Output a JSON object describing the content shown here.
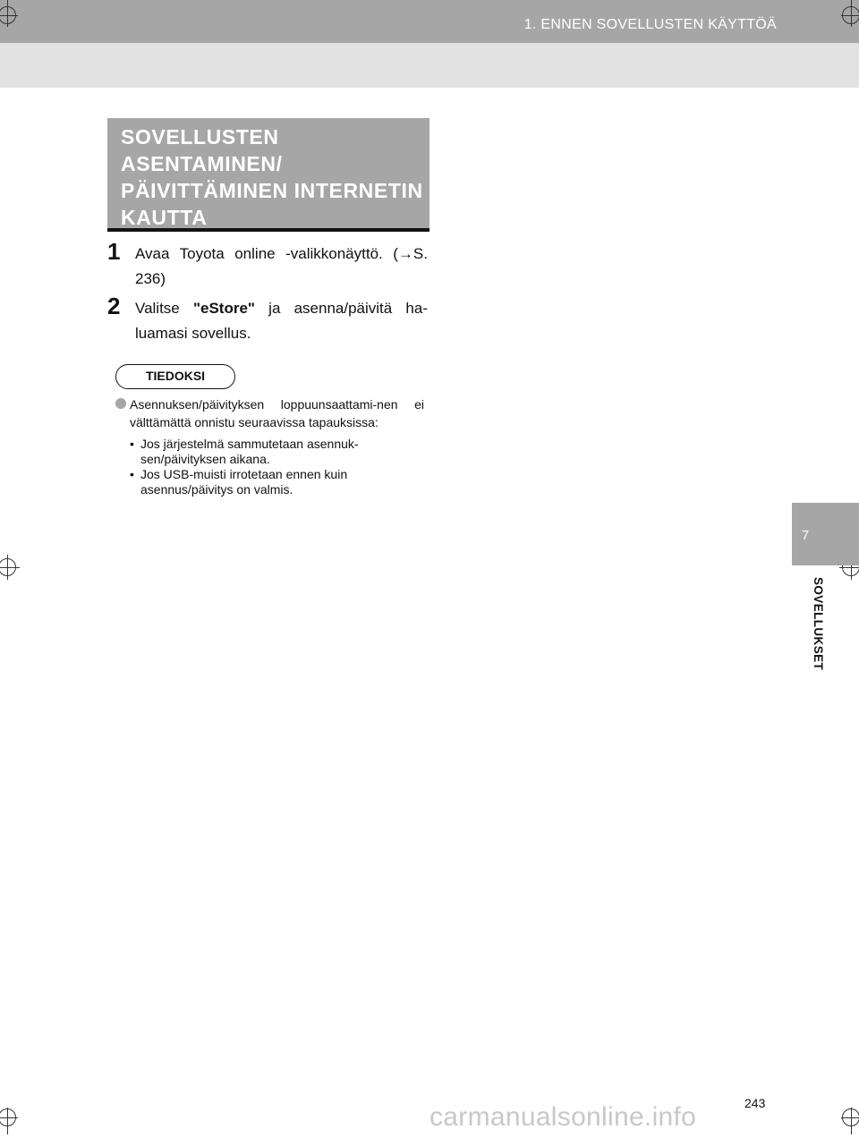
{
  "header": {
    "title": "1. ENNEN SOVELLUSTEN KÄYTTÖÄ"
  },
  "side_tab": {
    "number": "7",
    "label": "SOVELLUKSET"
  },
  "section": {
    "heading": "SOVELLUSTEN ASENTAMINEN/ PÄIVITTÄMINEN INTERNETIN KAUTTA"
  },
  "steps": [
    {
      "number": "1",
      "text": "Avaa Toyota online -valikkonäyttö. (→S. 236)"
    },
    {
      "number": "2",
      "text_before": "Valitse ",
      "emphasis": "\"eStore\"",
      "text_after": " ja asenna/päivitä ha-luamasi sovellus."
    }
  ],
  "info": {
    "label": "TIEDOKSI",
    "bullet": "Asennuksen/päivityksen loppuunsaattami-nen ei välttämättä onnistu seuraavissa tapauksissa:",
    "sub_items": [
      "Jos järjestelmä sammutetaan asennuk-sen/päivityksen aikana.",
      "Jos USB-muisti irrotetaan ennen kuin asennus/päivitys on valmis."
    ]
  },
  "page_number": "243",
  "watermark": "carmanualsonline.info"
}
